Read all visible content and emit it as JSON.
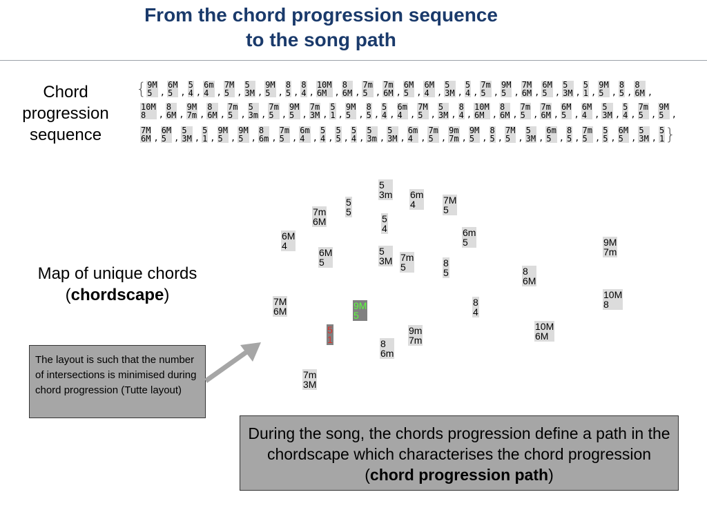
{
  "title": {
    "line1": "From the chord progression sequence",
    "line2": "to the song path"
  },
  "sequence_label": {
    "line1": "Chord",
    "line2": "progression",
    "line3": "sequence"
  },
  "map_label": {
    "line1": "Map of unique chords",
    "line2_prefix": "(",
    "line2_bold": "chordscape",
    "line2_suffix": ")"
  },
  "sequence_rows": [
    [
      [
        "9M",
        "5"
      ],
      [
        "6M",
        "5"
      ],
      [
        "5",
        "4"
      ],
      [
        "6m",
        "4"
      ],
      [
        "7M",
        "5"
      ],
      [
        "5",
        "3M"
      ],
      [
        "9M",
        "5"
      ],
      [
        "8",
        "5"
      ],
      [
        "8",
        "4"
      ],
      [
        "10M",
        "6M"
      ],
      [
        "8",
        "6M"
      ],
      [
        "7m",
        "5"
      ],
      [
        "7m",
        "6M"
      ],
      [
        "6M",
        "5"
      ],
      [
        "6M",
        "4"
      ],
      [
        "5",
        "3M"
      ],
      [
        "5",
        "4"
      ],
      [
        "7m",
        "5"
      ],
      [
        "9M",
        "5"
      ],
      [
        "7M",
        "6M"
      ],
      [
        "6M",
        "5"
      ],
      [
        "5",
        "3M"
      ],
      [
        "5",
        "1"
      ],
      [
        "9M",
        "5"
      ],
      [
        "8",
        "5"
      ],
      [
        "8",
        "6M"
      ]
    ],
    [
      [
        "10M",
        "8"
      ],
      [
        "8",
        "6M"
      ],
      [
        "9M",
        "7m"
      ],
      [
        "8",
        "6M"
      ],
      [
        "7m",
        "5"
      ],
      [
        "5",
        "3m"
      ],
      [
        "7m",
        "5"
      ],
      [
        "9M",
        "5"
      ],
      [
        "7m",
        "3M"
      ],
      [
        "5",
        "1"
      ],
      [
        "9M",
        "5"
      ],
      [
        "8",
        "5"
      ],
      [
        "5",
        "4"
      ],
      [
        "6m",
        "4"
      ],
      [
        "7M",
        "5"
      ],
      [
        "5",
        "3M"
      ],
      [
        "8",
        "4"
      ],
      [
        "10M",
        "6M"
      ],
      [
        "8",
        "6M"
      ],
      [
        "7m",
        "5"
      ],
      [
        "7m",
        "6M"
      ],
      [
        "6M",
        "5"
      ],
      [
        "6M",
        "4"
      ],
      [
        "5",
        "3M"
      ],
      [
        "5",
        "4"
      ],
      [
        "7m",
        "5"
      ],
      [
        "9M",
        "5"
      ]
    ],
    [
      [
        "7M",
        "6M"
      ],
      [
        "6M",
        "5"
      ],
      [
        "5",
        "3M"
      ],
      [
        "5",
        "1"
      ],
      [
        "9M",
        "5"
      ],
      [
        "9M",
        "5"
      ],
      [
        "8",
        "6m"
      ],
      [
        "7m",
        "5"
      ],
      [
        "6m",
        "4"
      ],
      [
        "5",
        "4"
      ],
      [
        "5",
        "5"
      ],
      [
        "5",
        "4"
      ],
      [
        "5",
        "3m"
      ],
      [
        "5",
        "3M"
      ],
      [
        "6m",
        "4"
      ],
      [
        "7m",
        "5"
      ],
      [
        "9m",
        "7m"
      ],
      [
        "9M",
        "5"
      ],
      [
        "8",
        "5"
      ],
      [
        "7M",
        "5"
      ],
      [
        "5",
        "3M"
      ],
      [
        "6m",
        "5"
      ],
      [
        "8",
        "5"
      ],
      [
        "7m",
        "5"
      ],
      [
        "5",
        "5"
      ],
      [
        "6M",
        "5"
      ],
      [
        "5",
        "3M"
      ],
      [
        "5",
        "1"
      ]
    ]
  ],
  "chordscape_nodes": [
    {
      "top": "5",
      "bottom": "3m"
    },
    {
      "top": "6m",
      "bottom": "4"
    },
    {
      "top": "7M",
      "bottom": "5"
    },
    {
      "top": "5",
      "bottom": "5"
    },
    {
      "top": "7m",
      "bottom": "6M"
    },
    {
      "top": "5",
      "bottom": "4"
    },
    {
      "top": "6M",
      "bottom": "4"
    },
    {
      "top": "6m",
      "bottom": "5"
    },
    {
      "top": "6M",
      "bottom": "5"
    },
    {
      "top": "5",
      "bottom": "3M"
    },
    {
      "top": "7m",
      "bottom": "5"
    },
    {
      "top": "8",
      "bottom": "5"
    },
    {
      "top": "9M",
      "bottom": "7m"
    },
    {
      "top": "8",
      "bottom": "6M"
    },
    {
      "top": "7M",
      "bottom": "6M"
    },
    {
      "top": "9M",
      "bottom": "5",
      "state": "current"
    },
    {
      "top": "8",
      "bottom": "4"
    },
    {
      "top": "10M",
      "bottom": "8"
    },
    {
      "top": "5",
      "bottom": "1",
      "state": "start"
    },
    {
      "top": "9m",
      "bottom": "7m"
    },
    {
      "top": "10M",
      "bottom": "6M"
    },
    {
      "top": "8",
      "bottom": "6m"
    },
    {
      "top": "7m",
      "bottom": "3M"
    }
  ],
  "note": "The layout is such that the number of intersections is minimised during  chord progression (Tutte layout)",
  "path_box": {
    "prefix": "During the song, the chords progression define a path in the chordscape which characterises the chord progression (",
    "bold": "chord progression path",
    "suffix": ")"
  },
  "colors": {
    "title": "#1a3a6b",
    "current_node_text": "#5cff3c",
    "start_node_text": "#e0302a",
    "box_fill": "#a6a6a6"
  }
}
